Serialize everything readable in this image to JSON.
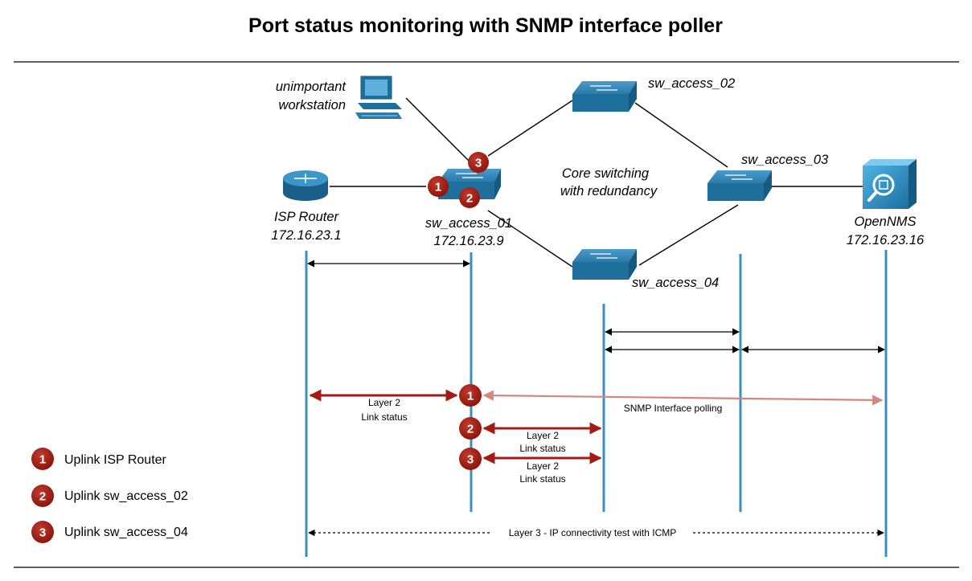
{
  "title": "Port status monitoring with SNMP interface poller",
  "colors": {
    "device_blue": "#1e6f9c",
    "lifeline_blue": "#3a8fbf",
    "badge_red": "#a31b12",
    "snmp_arrow": "#d4867f"
  },
  "devices": {
    "workstation": {
      "line1": "unimportant",
      "line2": "workstation",
      "icon": "workstation-icon"
    },
    "isp_router": {
      "name": "ISP Router",
      "ip": "172.16.23.1",
      "icon": "router-icon"
    },
    "sw_access_01": {
      "name": "sw_access_01",
      "ip": "172.16.23.9",
      "icon": "switch-icon"
    },
    "sw_access_02": {
      "name": "sw_access_02",
      "icon": "switch-icon"
    },
    "sw_access_03": {
      "name": "sw_access_03",
      "icon": "switch-icon"
    },
    "sw_access_04": {
      "name": "sw_access_04",
      "icon": "switch-icon"
    },
    "opennms": {
      "name": "OpenNMS",
      "ip": "172.16.23.16",
      "icon": "opennms-icon"
    }
  },
  "core_label": {
    "line1": "Core switching",
    "line2": "with redundancy"
  },
  "badges": {
    "b1": "1",
    "b2": "2",
    "b3": "3"
  },
  "flows": {
    "l2_isp": {
      "line1": "Layer 2",
      "line2": "Link status"
    },
    "snmp": "SNMP Interface polling",
    "l2_sw02": {
      "line1": "Layer 2",
      "line2": "Link status"
    },
    "l2_sw04": {
      "line1": "Layer 2",
      "line2": "Link status"
    },
    "icmp": "Layer 3 - IP connectivity test with ICMP"
  },
  "legend": [
    {
      "num": "1",
      "label": "Uplink ISP Router"
    },
    {
      "num": "2",
      "label": "Uplink sw_access_02"
    },
    {
      "num": "3",
      "label": "Uplink sw_access_04"
    }
  ]
}
